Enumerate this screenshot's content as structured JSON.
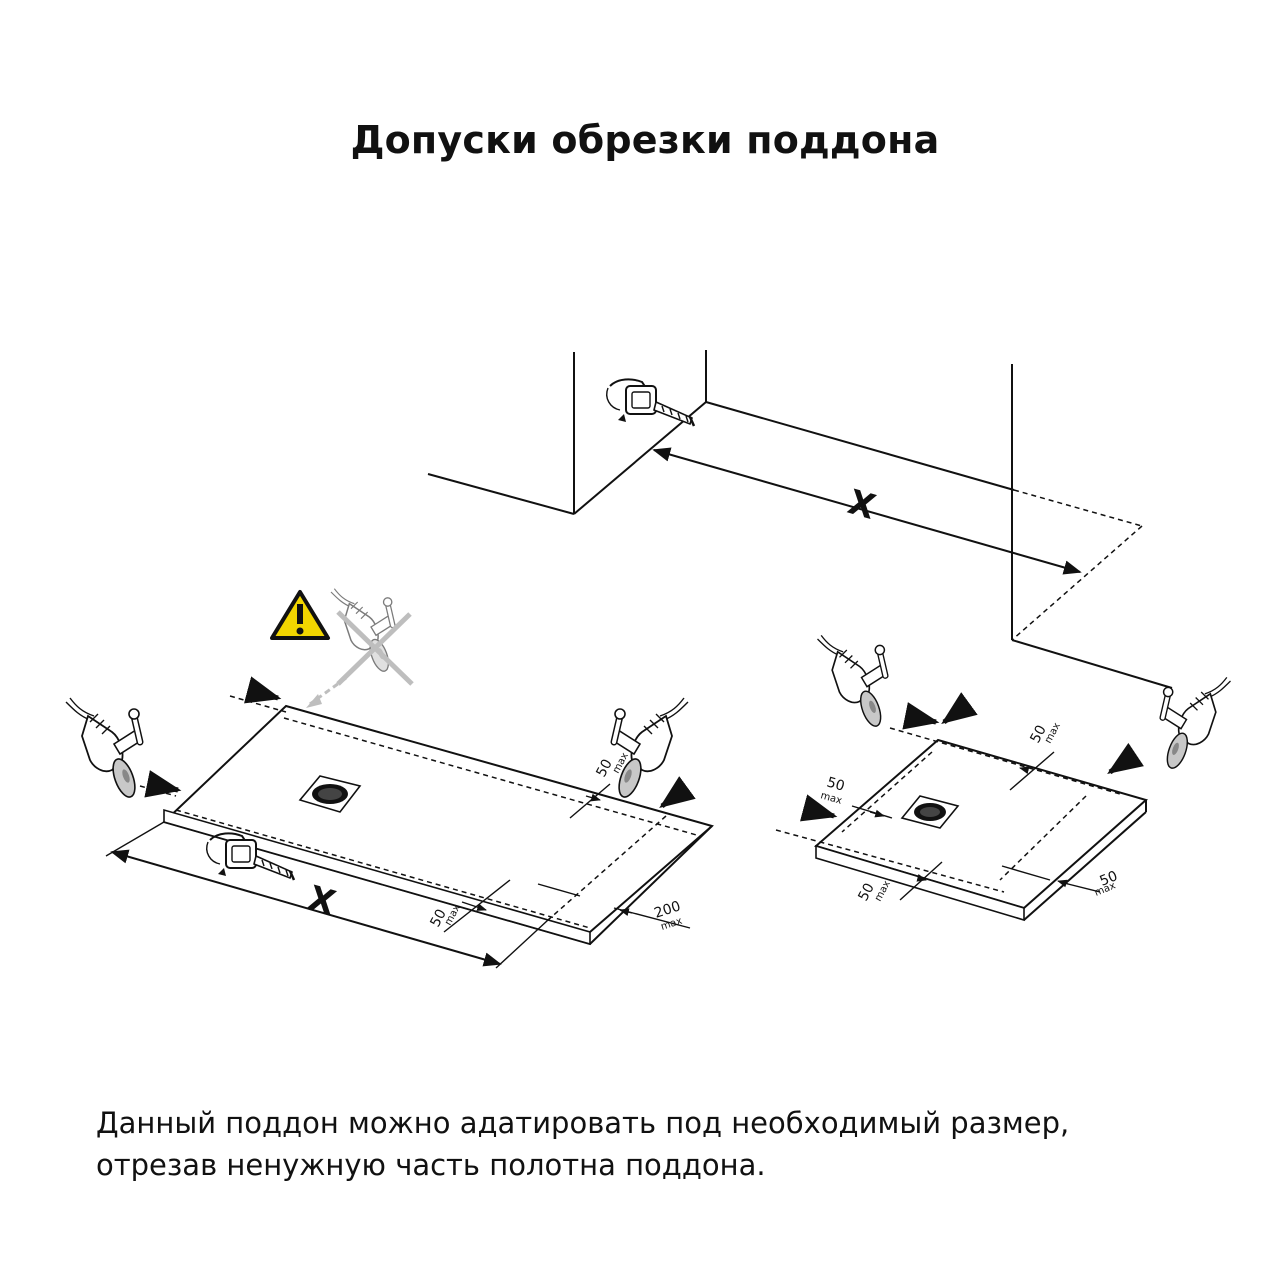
{
  "title": "Допуски обрезки поддона",
  "caption": {
    "line1": "Данный поддон можно адатировать под необходимый размер,",
    "line2": "отрезав ненужную часть полотна поддона."
  },
  "labels": {
    "x": "X",
    "dim50": "50",
    "dim200": "200",
    "max": "max"
  },
  "icons": {
    "warning": "warning-triangle-icon",
    "grinder": "angle-grinder-icon",
    "tape": "tape-measure-icon",
    "drain": "drain-icon"
  },
  "colors": {
    "warning_fill": "#f2d600",
    "line": "#111111",
    "crossed": "#8a8a8a"
  }
}
